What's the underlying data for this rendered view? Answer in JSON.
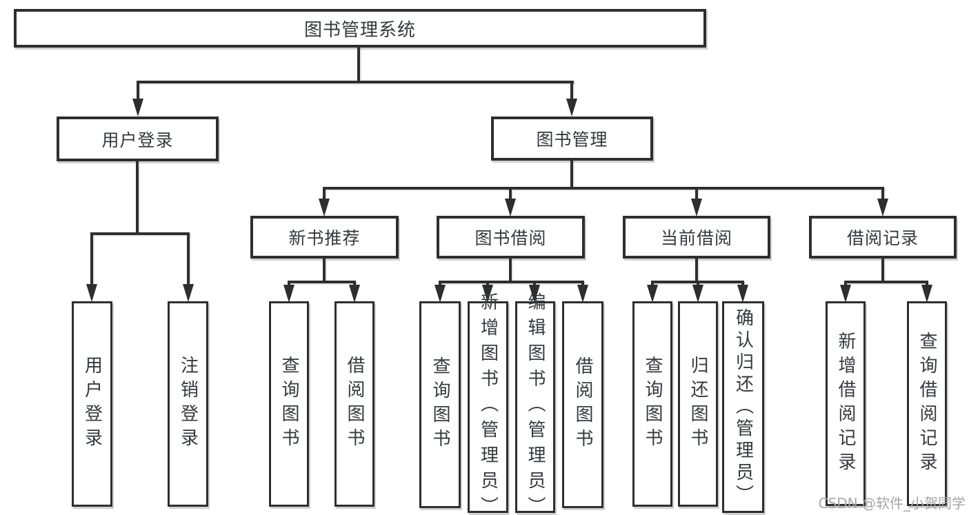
{
  "diagram": {
    "root": {
      "label": "图书管理系统"
    },
    "login_branch": {
      "label": "用户登录",
      "children": [
        {
          "label": "用户登录"
        },
        {
          "label": "注销登录"
        }
      ]
    },
    "management_branch": {
      "label": "图书管理",
      "sections": [
        {
          "label": "新书推荐",
          "children": [
            {
              "label": "查询图书"
            },
            {
              "label": "借阅图书"
            }
          ]
        },
        {
          "label": "图书借阅",
          "children": [
            {
              "label": "查询图书"
            },
            {
              "label": "新增图书（管理员）"
            },
            {
              "label": "编辑图书（管理员）"
            },
            {
              "label": "借阅图书"
            }
          ]
        },
        {
          "label": "当前借阅",
          "children": [
            {
              "label": "查询图书"
            },
            {
              "label": "归还图书"
            },
            {
              "label": "确认归还（管理员）"
            }
          ]
        },
        {
          "label": "借阅记录",
          "children": [
            {
              "label": "新增借阅记录"
            },
            {
              "label": "查询借阅记录"
            }
          ]
        }
      ]
    },
    "colors": {
      "line": "#2e2e2e",
      "text": "#35383d",
      "box_background": "#ffffff",
      "watermark": "#a6a6a6"
    }
  },
  "watermark": {
    "text": "CSDN @软件_小贺同学"
  }
}
